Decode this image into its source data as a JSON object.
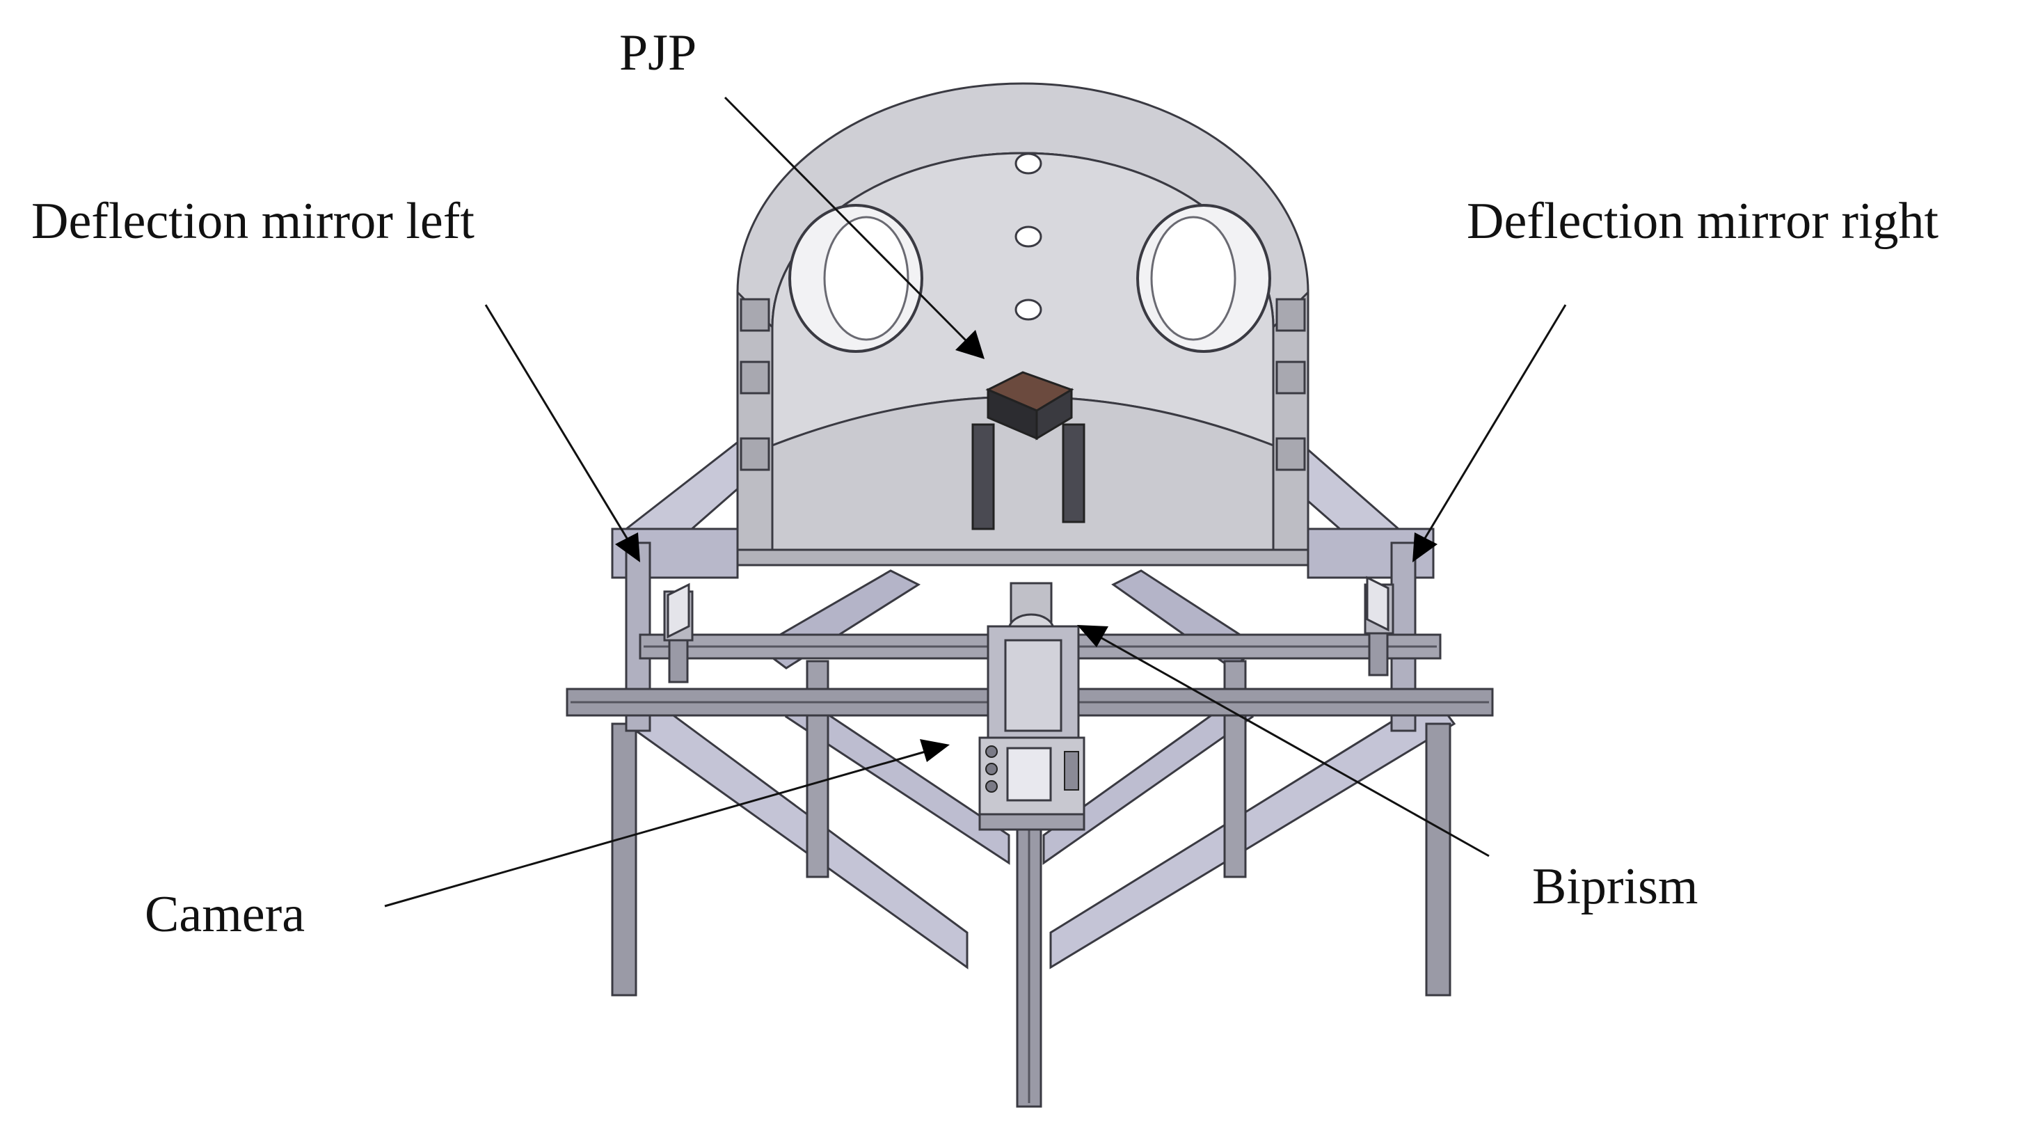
{
  "labels": {
    "pjp": "PJP",
    "mirror_left": "Deflection mirror left",
    "mirror_right": "Deflection mirror right",
    "camera": "Camera",
    "biprism": "Biprism"
  },
  "colors": {
    "metal_light": "#d9d9dd",
    "metal_mid": "#b9b9c2",
    "metal_dark": "#8c8c98",
    "frame": "#c4c4d4",
    "frame_dark": "#8a8aa0",
    "rail": "#9a9aa6",
    "rail_dark": "#55555f",
    "outline": "#3a3a42",
    "ink": "#111111",
    "sample": "#5a3a30"
  }
}
